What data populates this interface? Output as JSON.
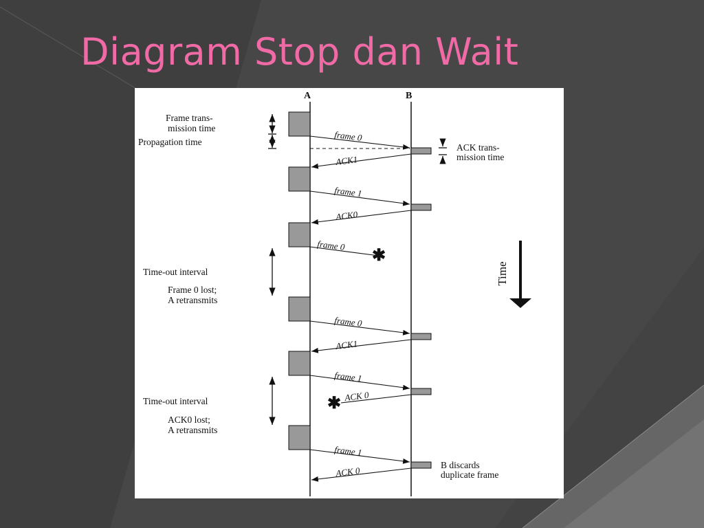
{
  "slide": {
    "title": "Diagram Stop dan Wait"
  },
  "diagram": {
    "station_a": "A",
    "station_b": "B",
    "time_label": "Time",
    "left_notes": {
      "frame_trans_1": "Frame trans-",
      "frame_trans_2": "mission time",
      "propagation": "Propagation time",
      "timeout_1": "Time-out interval",
      "lost_frame_1": "Frame 0 lost;",
      "lost_frame_2": "A retransmits",
      "timeout_2": "Time-out interval",
      "lost_ack_1": "ACK0 lost;",
      "lost_ack_2": "A retransmits"
    },
    "right_notes": {
      "ack_trans_1": "ACK trans-",
      "ack_trans_2": "mission time",
      "discard_1": "B discards",
      "discard_2": "duplicate frame"
    },
    "messages": [
      {
        "label": "frame 0"
      },
      {
        "label": "ACK1"
      },
      {
        "label": "frame 1"
      },
      {
        "label": "ACK0"
      },
      {
        "label": "frame 0"
      },
      {
        "label": "frame 0"
      },
      {
        "label": "ACK1"
      },
      {
        "label": "frame 1"
      },
      {
        "label": "ACK 0"
      },
      {
        "label": "frame 1"
      },
      {
        "label": "ACK 0"
      }
    ]
  }
}
